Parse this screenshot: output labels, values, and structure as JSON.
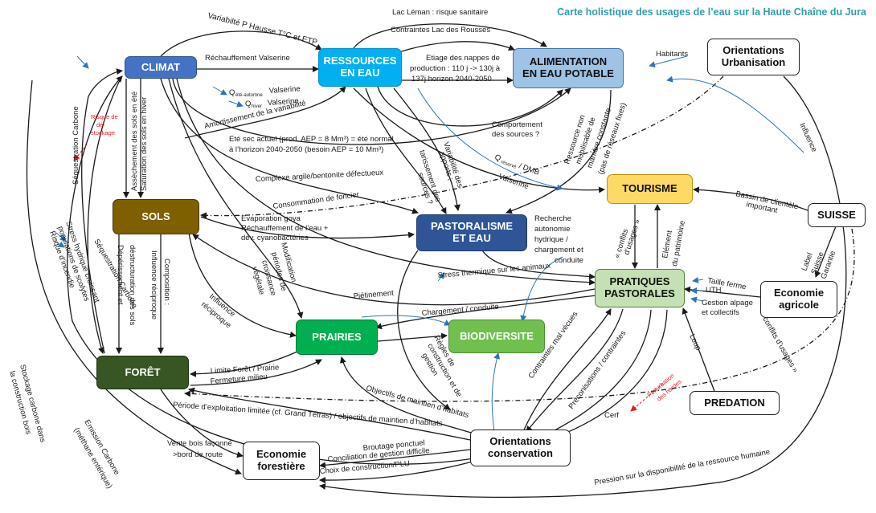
{
  "title": "Carte holistique des usages de l’eau sur la Haute Chaîne du Jura",
  "nodes": {
    "climat": "CLIMAT",
    "ressources": "RESSOURCES\nEN EAU",
    "alimentation": "ALIMENTATION\nEN EAU POTABLE",
    "urbanisation": "Orientations\nUrbanisation",
    "tourisme": "TOURISME",
    "suisse": "SUISSE",
    "sols": "SOLS",
    "pastoralisme": "PASTORALISME\nET EAU",
    "pratiques": "PRATIQUES\nPASTORALES",
    "eco_agricole": "Economie\nagricole",
    "prairies": "PRAIRIES",
    "biodiversite": "BIODIVERSITE",
    "foret": "FORÊT",
    "predation": "PREDATION",
    "eco_forestiere": "Economie\nforestière",
    "conservation": "Orientations\nconservation"
  },
  "colors": {
    "climat": "#4472c4",
    "ressources": "#00b0f0",
    "alimentation": "#9dc3e6",
    "tourisme": "#ffd966",
    "sols": "#7f6000",
    "pastoralisme": "#2f5597",
    "pratiques": "#c5e0b4",
    "prairies": "#00b050",
    "biodiversite": "#70c050",
    "foret": "#375623",
    "title": "#2f9db0",
    "arrow": "#1a1a1a",
    "blue_arrow": "#2e75b6",
    "red": "#e02020"
  },
  "labels": {
    "l1": "Variabilté P  Hausse T°C et ETP",
    "l2": "Lac Léman : risque sanitaire",
    "l3": "Contraintes Lac des Rousses",
    "l4": "Réchauffement Valserine",
    "l5": "Etiage des nappes de",
    "l6": "production : 110 j -> 130j à",
    "l7": "137j horizon 2040-2050",
    "l8": "Habitants",
    "l9": "Q",
    "l9s": "été-automne",
    "l9b": "Valserine",
    "l10": "Q",
    "l10s": "hiver",
    "l10b": "Valserine",
    "l11": "Amortissement de la variabilité",
    "l12": "Eté sec actuel (prod. AEP = 8 Mm³) = été normal",
    "l13": "à l’horizon 2040-2050 (besoin AEP = 10 Mm³)",
    "l14": "Comportement",
    "l15": "des sources ?",
    "l16": "Ressource non",
    "l17": "mobilisable de",
    "l18": "manière constante",
    "l19": "(pas de réseaux fixes)",
    "l20": "Influence",
    "l21": "Variabilité des",
    "l22": "apports ;",
    "l23": "tarissement des",
    "l24": "sources ?",
    "l25": "Q",
    "l25s": "réservé",
    "l25b": "/ DMB",
    "l26": "Valserine",
    "l27": "Complexe argile/bentonite défectueux",
    "l28": "Consommation de foncier",
    "l29": "Bassin de clientèle",
    "l30": "important",
    "l31": "Evaporation goya",
    "l32": "Réchauffement de l’eau +",
    "l33": "dév. cyanobactéries",
    "l34": "Recherche",
    "l35": "autonomie",
    "l36": "hydrique /",
    "l37": "chargement et",
    "l38": "conduite",
    "l39": "« conflits",
    "l40": "d’usages »",
    "l41": "Elément",
    "l42": "du patrimoine",
    "l43": "Label",
    "l44": "Suisse",
    "l45": "Garantie",
    "l46": "Stress thermique sur les animaux",
    "l47": "Taille ferme",
    "l48": "UTH",
    "l49": "Gestion alpage",
    "l50": "et collectifs",
    "l51": "Piétinement",
    "l52": "Chargement / conduite",
    "l53": "Influence",
    "l54": "réciproque",
    "l55": "Composition :",
    "l56": "Influence réciproque",
    "l57": "Dépérissement et",
    "l58": "déstructuration des sols",
    "l59": "Modification",
    "l60": "périodes de",
    "l61": "croissance",
    "l62": "végétale",
    "l63": "Assèchement des sols en été",
    "l64": "Saturation des sols en hiver",
    "l65": "Séquestration Carbone",
    "l66": "Risque de",
    "l67": "dé-",
    "l68": "stockage",
    "l69": "Séquestration Carbone",
    "l70": "Stress hydrique croissant",
    "l71": "populations de scolytes",
    "l72": "Risque d’incendie",
    "l73": "Limite Forêt / Prairie",
    "l74": "Fermeture milieu",
    "l75": "Règles de",
    "l76": "construction et de",
    "l77": "gestion",
    "l78": "Contraintes mal vécues",
    "l79": "Préconisations / contraintes",
    "l80": "Loup",
    "l81": "Perturbation",
    "l82": "des hardes",
    "l83": "« conflits d’usages »",
    "l84": "Objectifs de maintien d’habitats",
    "l85": "Période d’exploitation limitée (cf. Grand Tétras) / objectifs de maintien d’habitats",
    "l86": "Cerf",
    "l87": "Vente bois façonné",
    "l88": ">bord de route",
    "l89": "Broutage ponctuel",
    "l90": "Conciliation de gestion difficile",
    "l91": "Choix de construction/PLU",
    "l92": "Pression sur la disponibilité de la ressource humaine",
    "l93": "Stockage carbone dans",
    "l94": "la construction bois",
    "l95": "Emission Carbone",
    "l96": "(méthane entérique)"
  }
}
